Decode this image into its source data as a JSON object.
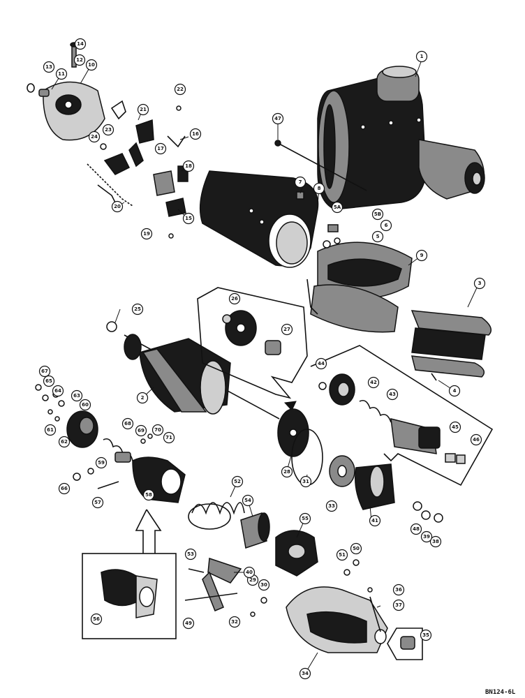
{
  "figure_code": "BN124-6L",
  "callouts": [
    {
      "id": "c1",
      "label": "1"
    },
    {
      "id": "c3",
      "label": "3"
    },
    {
      "id": "c4",
      "label": "4"
    },
    {
      "id": "c5",
      "label": "5"
    },
    {
      "id": "c5a",
      "label": "5A"
    },
    {
      "id": "c5b",
      "label": "5B"
    },
    {
      "id": "c6",
      "label": "6"
    },
    {
      "id": "c7",
      "label": "7"
    },
    {
      "id": "c8",
      "label": "8"
    },
    {
      "id": "c9",
      "label": "9"
    },
    {
      "id": "c10",
      "label": "10"
    },
    {
      "id": "c11",
      "label": "11"
    },
    {
      "id": "c12",
      "label": "12"
    },
    {
      "id": "c13",
      "label": "13"
    },
    {
      "id": "c14",
      "label": "14"
    },
    {
      "id": "c15",
      "label": "15"
    },
    {
      "id": "c16",
      "label": "16"
    },
    {
      "id": "c17",
      "label": "17"
    },
    {
      "id": "c18",
      "label": "18"
    },
    {
      "id": "c19",
      "label": "19"
    },
    {
      "id": "c20",
      "label": "20"
    },
    {
      "id": "c21",
      "label": "21"
    },
    {
      "id": "c22",
      "label": "22"
    },
    {
      "id": "c23",
      "label": "23"
    },
    {
      "id": "c24",
      "label": "24"
    },
    {
      "id": "c25",
      "label": "25"
    },
    {
      "id": "c2",
      "label": "2"
    },
    {
      "id": "c26",
      "label": "26"
    },
    {
      "id": "c27",
      "label": "27"
    },
    {
      "id": "c28",
      "label": "28"
    },
    {
      "id": "c29",
      "label": "29"
    },
    {
      "id": "c30",
      "label": "30"
    },
    {
      "id": "c31",
      "label": "31"
    },
    {
      "id": "c32",
      "label": "32"
    },
    {
      "id": "c33",
      "label": "33"
    },
    {
      "id": "c34",
      "label": "34"
    },
    {
      "id": "c35",
      "label": "35"
    },
    {
      "id": "c36",
      "label": "36"
    },
    {
      "id": "c37",
      "label": "37"
    },
    {
      "id": "c38",
      "label": "38"
    },
    {
      "id": "c39",
      "label": "39"
    },
    {
      "id": "c40",
      "label": "40"
    },
    {
      "id": "c41",
      "label": "41"
    },
    {
      "id": "c42",
      "label": "42"
    },
    {
      "id": "c43",
      "label": "43"
    },
    {
      "id": "c44",
      "label": "44"
    },
    {
      "id": "c45",
      "label": "45"
    },
    {
      "id": "c46",
      "label": "46"
    },
    {
      "id": "c47",
      "label": "47"
    },
    {
      "id": "c48",
      "label": "48"
    },
    {
      "id": "c49",
      "label": "49"
    },
    {
      "id": "c50",
      "label": "50"
    },
    {
      "id": "c51",
      "label": "51"
    },
    {
      "id": "c52",
      "label": "52"
    },
    {
      "id": "c53",
      "label": "53"
    },
    {
      "id": "c54",
      "label": "54"
    },
    {
      "id": "c55",
      "label": "55"
    },
    {
      "id": "c56",
      "label": "56"
    },
    {
      "id": "c57",
      "label": "57"
    },
    {
      "id": "c58",
      "label": "58"
    },
    {
      "id": "c59",
      "label": "59"
    },
    {
      "id": "c60",
      "label": "60"
    },
    {
      "id": "c61",
      "label": "61"
    },
    {
      "id": "c62",
      "label": "62"
    },
    {
      "id": "c63",
      "label": "63"
    },
    {
      "id": "c64",
      "label": "64"
    },
    {
      "id": "c65",
      "label": "65"
    },
    {
      "id": "c66",
      "label": "66"
    },
    {
      "id": "c67",
      "label": "67"
    },
    {
      "id": "c68",
      "label": "68"
    },
    {
      "id": "c69",
      "label": "69"
    },
    {
      "id": "c70",
      "label": "70"
    },
    {
      "id": "c71",
      "label": "71"
    }
  ]
}
